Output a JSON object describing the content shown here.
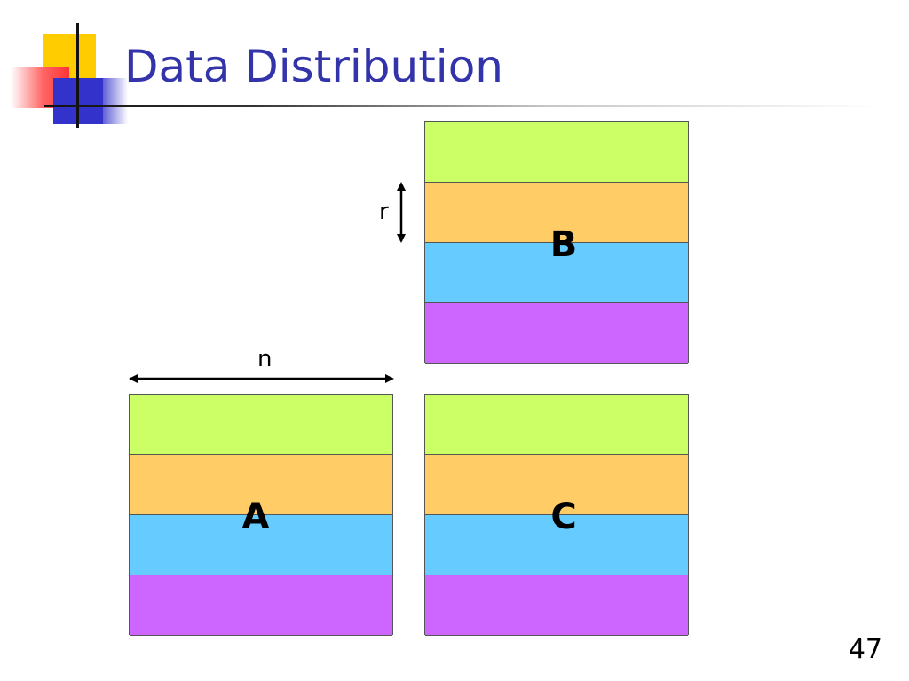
{
  "slide": {
    "title": "Data Distribution",
    "page_number": "47"
  },
  "diagram": {
    "dimension_labels": {
      "r": "r",
      "n": "n"
    },
    "matrices": {
      "a": {
        "label": "A",
        "bands": [
          "#ccff66",
          "#ffcc66",
          "#66ccff",
          "#cc66ff"
        ]
      },
      "b": {
        "label": "B",
        "bands": [
          "#ccff66",
          "#ffcc66",
          "#66ccff",
          "#cc66ff"
        ]
      },
      "c": {
        "label": "C",
        "bands": [
          "#ccff66",
          "#ffcc66",
          "#66ccff",
          "#cc66ff"
        ]
      }
    },
    "colors": {
      "title": "#3333aa",
      "deco_yellow": "#ffcc00",
      "deco_red": "#ff3333",
      "deco_blue": "#3333cc"
    }
  }
}
